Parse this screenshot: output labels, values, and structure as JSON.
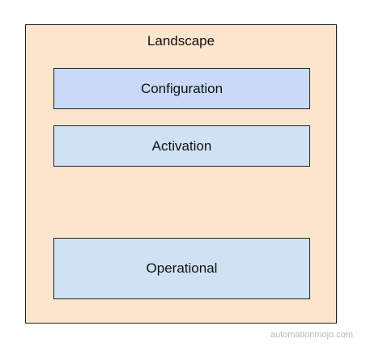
{
  "diagram": {
    "container": {
      "label": "Landscape",
      "fill": "#fce5cd"
    },
    "stages": [
      {
        "label": "Configuration",
        "fill": "#c9daf8"
      },
      {
        "label": "Activation",
        "fill": "#cfe2f3"
      },
      {
        "label": "Operational",
        "fill": "#cfe2f3"
      }
    ]
  },
  "watermark": "automationmojo.com"
}
